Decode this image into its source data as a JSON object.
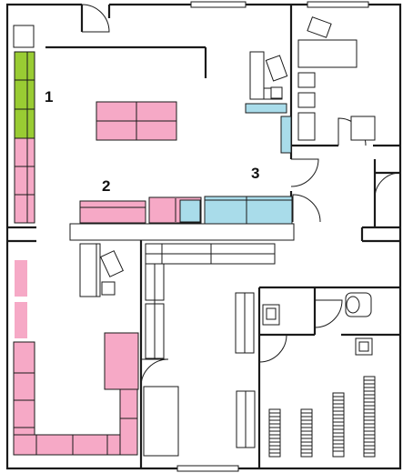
{
  "colors": {
    "green": "#99cc33",
    "pink": "#f6a9c6",
    "blue": "#a9dcea",
    "wall": "#1a1a1a"
  },
  "zones": [
    {
      "label": "1",
      "color_key": "green"
    },
    {
      "label": "2",
      "color_key": "pink"
    },
    {
      "label": "3",
      "color_key": "blue"
    }
  ]
}
